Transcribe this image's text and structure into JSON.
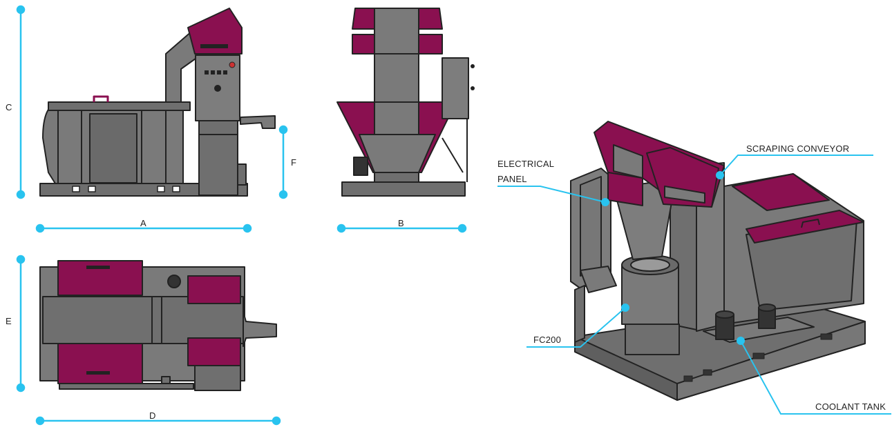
{
  "dimension_labels": {
    "a": "A",
    "b": "B",
    "c": "C",
    "d": "D",
    "e": "E",
    "f": "F"
  },
  "callouts": {
    "electrical_panel_line1": "ELECTRICAL",
    "electrical_panel_line2": "PANEL",
    "scraping_conveyor": "SCRAPING CONVEYOR",
    "fc200": "FC200",
    "coolant_tank": "COOLANT TANK"
  },
  "colors": {
    "dimension_line": "#29c3ef",
    "machine_body": "#777777",
    "hopper_magenta": "#8a1050",
    "outline": "#222222"
  }
}
